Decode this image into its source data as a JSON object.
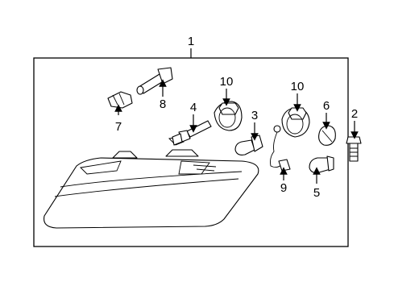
{
  "callouts": {
    "c1": "1",
    "c2": "2",
    "c3": "3",
    "c4": "4",
    "c5": "5",
    "c6": "6",
    "c7": "7",
    "c8": "8",
    "c9": "9",
    "c10a": "10",
    "c10b": "10"
  },
  "colors": {
    "stroke": "#000000",
    "background": "#ffffff"
  }
}
